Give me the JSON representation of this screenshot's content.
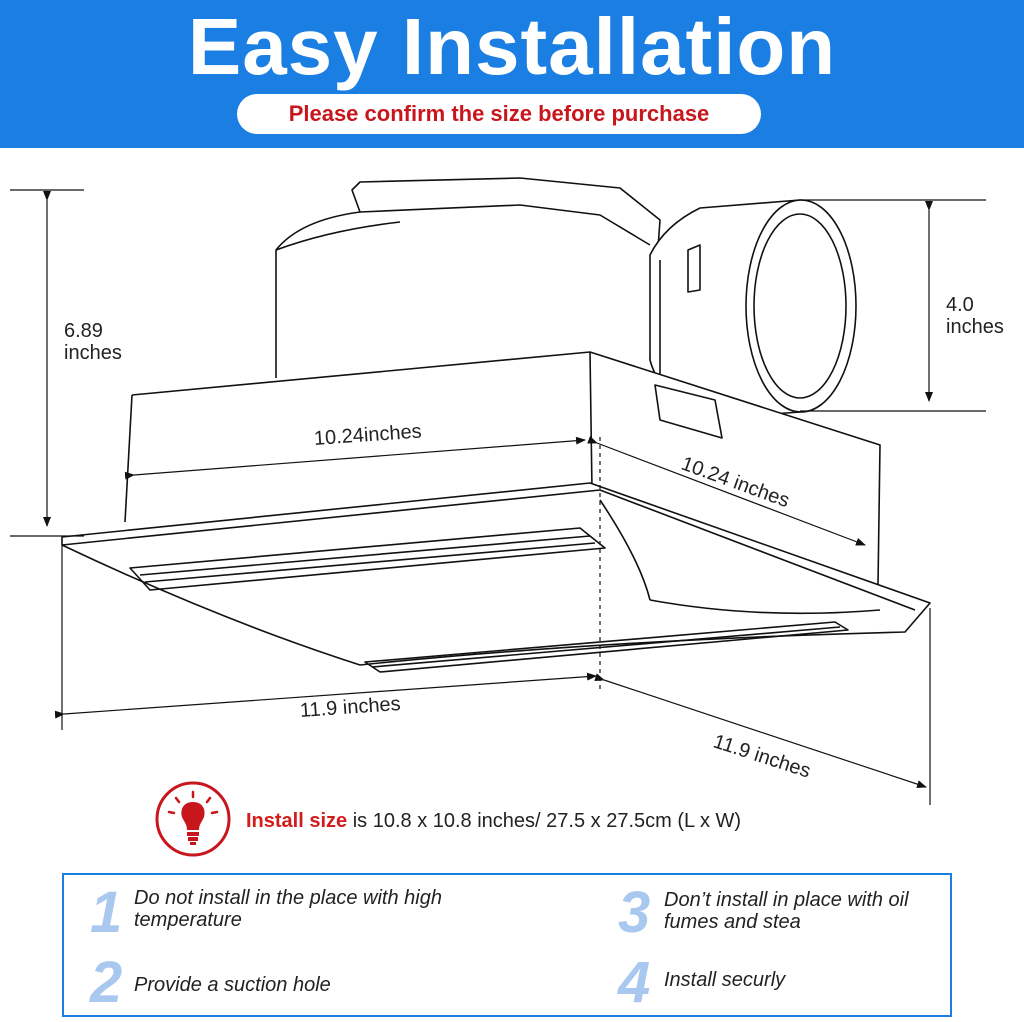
{
  "header": {
    "title": "Easy Installation",
    "subtitle": "Please confirm the size before purchase"
  },
  "dimensions": {
    "height_value": "6.89",
    "height_unit": "inches",
    "duct_value": "4.0",
    "duct_unit": "inches",
    "housing_length": "10.24inches",
    "housing_width": "10.24 inches",
    "grille_length": "11.9 inches",
    "grille_width": "11.9 inches"
  },
  "install": {
    "icon": "lightbulb-icon",
    "label": "Install size",
    "text": " is 10.8 x 10.8 inches/ 27.5 x 27.5cm (L x W)"
  },
  "notices": [
    {
      "number": "1",
      "text": "Do not install in the place with high temperature"
    },
    {
      "number": "2",
      "text": "Provide a suction hole"
    },
    {
      "number": "3",
      "text": "Don’t install in place with oil fumes and stea"
    },
    {
      "number": "4",
      "text": "Install securly"
    }
  ],
  "colors": {
    "banner": "#1a7ee2",
    "subtitle_text": "#c8161d",
    "install_highlight": "#d41c1c",
    "notice_number": "#a9c8ef"
  }
}
